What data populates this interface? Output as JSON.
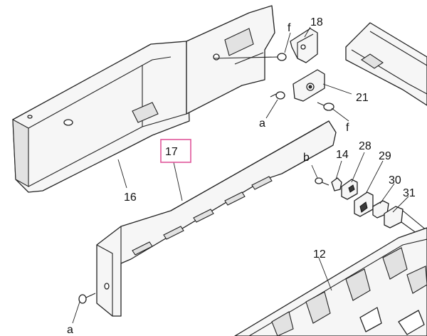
{
  "callouts": {
    "c18": "18",
    "c_f_top": "f",
    "c21": "21",
    "c_a_top": "a",
    "c_f_bottom": "f",
    "c17": "17",
    "c16": "16",
    "c_b": "b",
    "c14": "14",
    "c28": "28",
    "c29": "29",
    "c30": "30",
    "c31": "31",
    "c12": "12",
    "c_a_bottom": "a"
  },
  "highlight_color": "#e0579b"
}
